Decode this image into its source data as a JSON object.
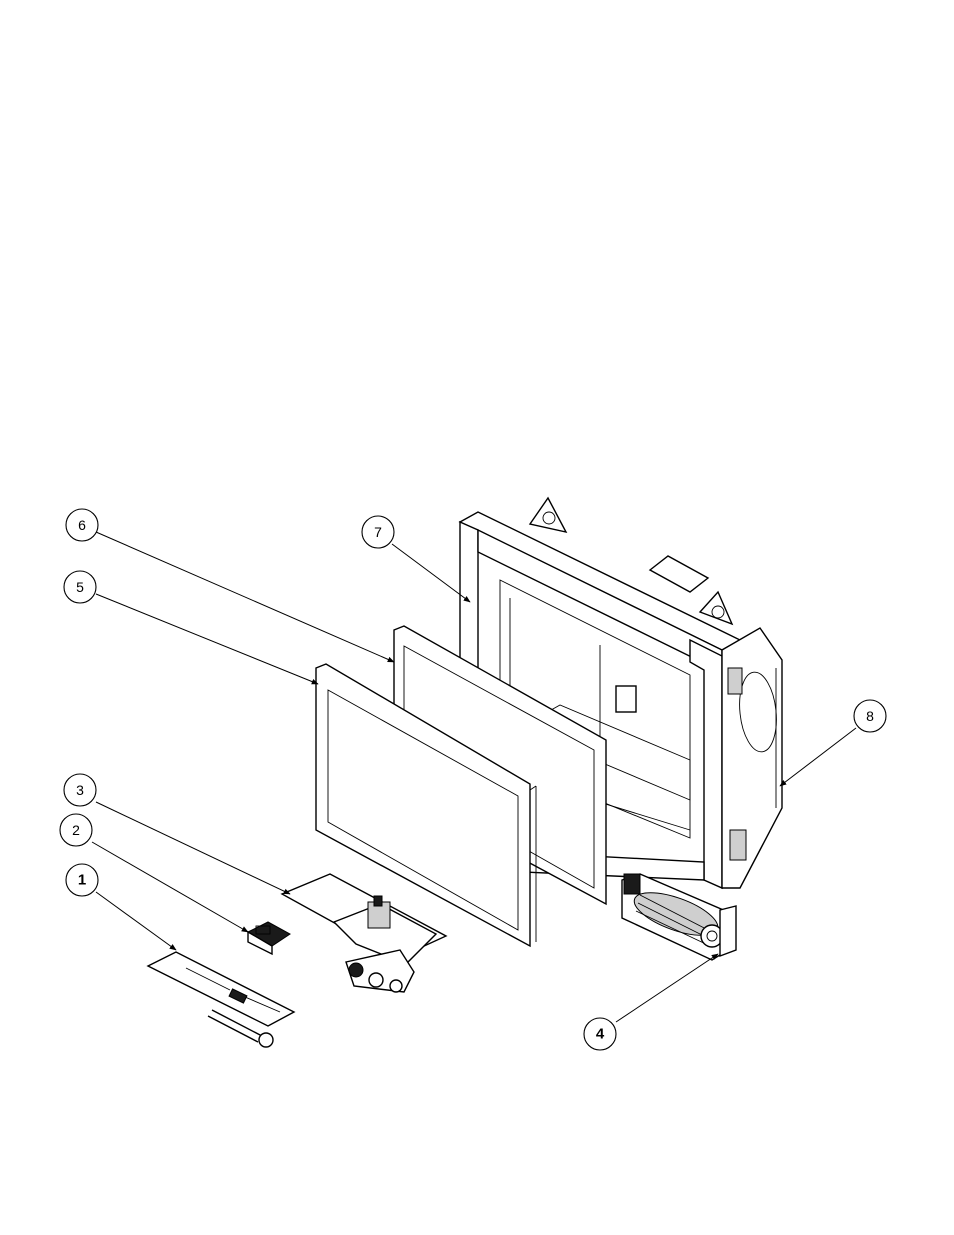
{
  "callouts": [
    {
      "id": "1",
      "label": "1",
      "bold": true
    },
    {
      "id": "2",
      "label": "2",
      "bold": false
    },
    {
      "id": "3",
      "label": "3",
      "bold": false
    },
    {
      "id": "4",
      "label": "4",
      "bold": true
    },
    {
      "id": "5",
      "label": "5",
      "bold": false
    },
    {
      "id": "6",
      "label": "6",
      "bold": false
    },
    {
      "id": "7",
      "label": "7",
      "bold": false
    },
    {
      "id": "8",
      "label": "8",
      "bold": false
    }
  ]
}
